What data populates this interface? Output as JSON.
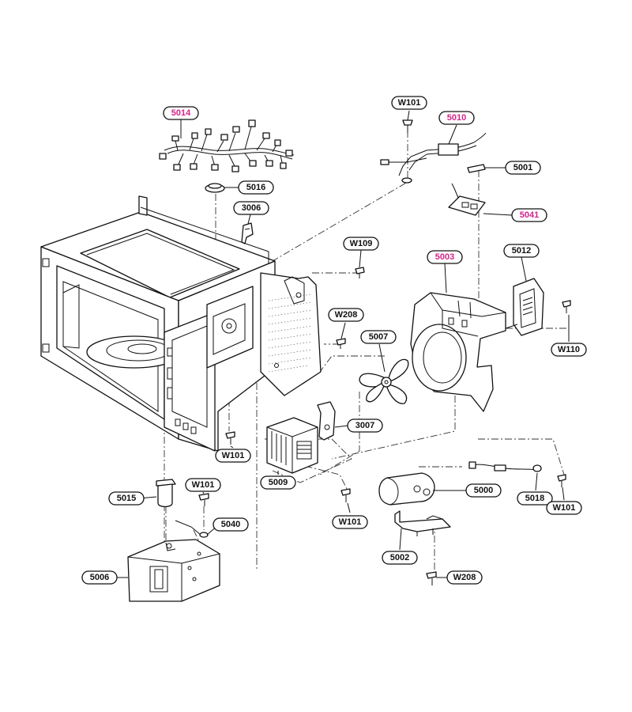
{
  "accent_label_color": "#d4238a",
  "default_label_color": "#111111",
  "labels": [
    {
      "id": "5014",
      "highlight": true
    },
    {
      "id": "5016",
      "highlight": false
    },
    {
      "id": "3006",
      "highlight": false
    },
    {
      "id": "W101",
      "highlight": false
    },
    {
      "id": "5010",
      "highlight": true
    },
    {
      "id": "5001",
      "highlight": false
    },
    {
      "id": "5041",
      "highlight": true
    },
    {
      "id": "W109",
      "highlight": false
    },
    {
      "id": "5003",
      "highlight": true
    },
    {
      "id": "5012",
      "highlight": false
    },
    {
      "id": "W208",
      "highlight": false
    },
    {
      "id": "5007",
      "highlight": false
    },
    {
      "id": "W110",
      "highlight": false
    },
    {
      "id": "3007",
      "highlight": false
    },
    {
      "id": "W101",
      "highlight": false
    },
    {
      "id": "5009",
      "highlight": false
    },
    {
      "id": "5015",
      "highlight": false
    },
    {
      "id": "W101",
      "highlight": false
    },
    {
      "id": "5040",
      "highlight": false
    },
    {
      "id": "W101",
      "highlight": false
    },
    {
      "id": "5000",
      "highlight": false
    },
    {
      "id": "5018",
      "highlight": false
    },
    {
      "id": "W101",
      "highlight": false
    },
    {
      "id": "5006",
      "highlight": false
    },
    {
      "id": "5002",
      "highlight": false
    },
    {
      "id": "W208",
      "highlight": false
    }
  ]
}
